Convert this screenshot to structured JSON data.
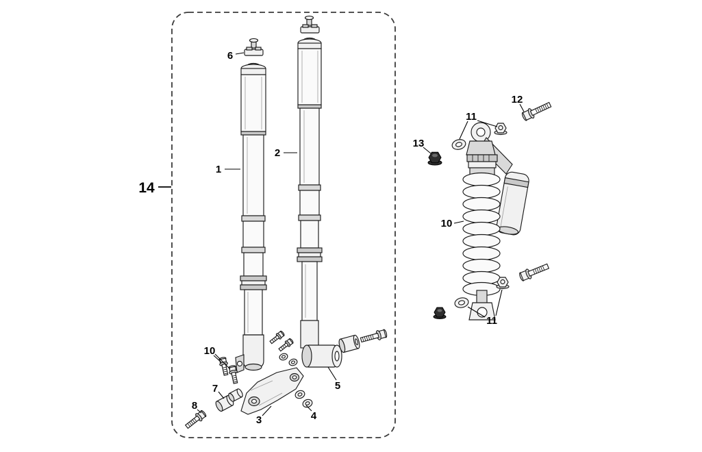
{
  "figure": {
    "type": "exploded-parts-diagram",
    "subject": "front fork tubes and rear shock absorber assembly",
    "line_color": "#1a1a1a",
    "background_color": "#ffffff",
    "callouts": [
      {
        "part": "fork-tube-left",
        "label": "1"
      },
      {
        "part": "fork-tube-right",
        "label": "2"
      },
      {
        "part": "lower-bracket",
        "label": "3"
      },
      {
        "part": "washers",
        "label": "4"
      },
      {
        "part": "axle-holder",
        "label": "5"
      },
      {
        "part": "top-clamp",
        "label": "6"
      },
      {
        "part": "bushings",
        "label": "7"
      },
      {
        "part": "bolt-lower-left",
        "label": "8"
      },
      {
        "part": "pinch-bolts",
        "label": "10"
      },
      {
        "part": "shock-spring",
        "label": "10"
      },
      {
        "part": "shock-mount-upper",
        "label": "11"
      },
      {
        "part": "shock-mount-lower",
        "label": "11"
      },
      {
        "part": "upper-mount-bolt",
        "label": "12"
      },
      {
        "part": "flange-nut",
        "label": "13"
      },
      {
        "part": "front-fork-assembly",
        "label": "14"
      }
    ]
  }
}
